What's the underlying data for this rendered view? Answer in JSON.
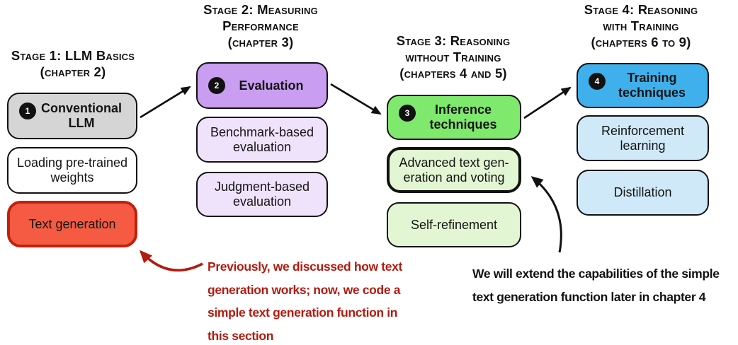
{
  "stages": [
    {
      "title_lines": [
        "Stage 1: LLM Basics",
        "(chapter 2)"
      ],
      "boxes": [
        {
          "number": "1",
          "label": "Conventional LLM",
          "lines": [
            "Conventional",
            "LLM"
          ]
        },
        {
          "label": "Loading pre-trained weights",
          "lines": [
            "Loading pre-trained",
            "weights"
          ]
        },
        {
          "label": "Text generation",
          "lines": [
            "Text generation"
          ]
        }
      ]
    },
    {
      "title_lines": [
        "Stage 2: Measuring",
        "Performance",
        "(chapter 3)"
      ],
      "boxes": [
        {
          "number": "2",
          "label": "Evaluation",
          "lines": [
            "Evaluation"
          ]
        },
        {
          "label": "Benchmark-based evaluation",
          "lines": [
            "Benchmark-based",
            "evaluation"
          ]
        },
        {
          "label": "Judgment-based evaluation",
          "lines": [
            "Judgment-based",
            "evaluation"
          ]
        }
      ]
    },
    {
      "title_lines": [
        "Stage 3: Reasoning",
        "without Training",
        "(chapters 4 and 5)"
      ],
      "boxes": [
        {
          "number": "3",
          "label": "Inference techniques",
          "lines": [
            "Inference",
            "techniques"
          ]
        },
        {
          "label": "Advanced text generation and voting",
          "lines": [
            "Advanced text gen-",
            "eration and voting"
          ]
        },
        {
          "label": "Self-refinement",
          "lines": [
            "Self-refinement"
          ]
        }
      ]
    },
    {
      "title_lines": [
        "Stage 4: Reasoning",
        "with Training",
        "(chapters 6 to 9)"
      ],
      "boxes": [
        {
          "number": "4",
          "label": "Training techniques",
          "lines": [
            "Training",
            "techniques"
          ]
        },
        {
          "label": "Reinforcement learning",
          "lines": [
            "Reinforcement",
            "learning"
          ]
        },
        {
          "label": "Distillation",
          "lines": [
            "Distillation"
          ]
        }
      ]
    }
  ],
  "notes": {
    "red": {
      "color": "#b31b10",
      "lines": [
        "Previously, we discussed how text",
        "generation works; now, we code a",
        "simple text generation function in",
        "this section"
      ]
    },
    "black": {
      "color": "#111111",
      "lines": [
        "We will extend the capabilities of the simple",
        "text generation function later in chapter 4"
      ]
    }
  },
  "colors": {
    "stage1_main": "#d5d5d5",
    "stage1_sub": "#ffffff",
    "stage1_highlight_fill": "#f45b42",
    "stage1_highlight_border": "#c2200e",
    "stage2_main": "#c99ef1",
    "stage2_sub": "#efe3fb",
    "stage3_main": "#7fe96e",
    "stage3_sub": "#e2f6d3",
    "stage4_main": "#3fb0eb",
    "stage4_sub": "#d0e9f8",
    "outline": "#111111",
    "red_annotation": "#b31b10"
  }
}
